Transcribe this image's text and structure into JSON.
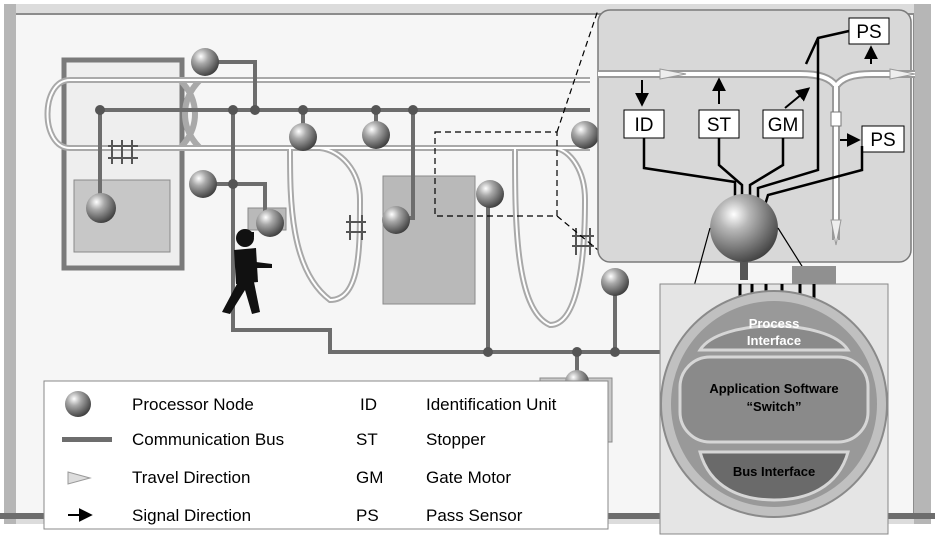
{
  "callout_boxes": {
    "id": "ID",
    "st": "ST",
    "gm": "GM",
    "ps_top": "PS",
    "ps_right": "PS"
  },
  "processor": {
    "process_interface_line1": "Process",
    "process_interface_line2": "Interface",
    "application_line1": "Application Software",
    "application_line2": "“Switch”",
    "bus_interface": "Bus Interface"
  },
  "legend": {
    "items": [
      {
        "symbol": "processor-node",
        "label": "Processor Node",
        "abbr": "ID",
        "meaning": "Identification Unit"
      },
      {
        "symbol": "communication-bus",
        "label": "Communication Bus",
        "abbr": "ST",
        "meaning": "Stopper"
      },
      {
        "symbol": "travel-direction",
        "label": "Travel Direction",
        "abbr": "GM",
        "meaning": "Gate Motor"
      },
      {
        "symbol": "signal-direction",
        "label": "Signal Direction",
        "abbr": "PS",
        "meaning": "Pass Sensor"
      }
    ]
  },
  "colors": {
    "bus": "#6d6d6d",
    "track": "#a9a9a9",
    "node_dark": "#555555",
    "panel": "#dcdcdc"
  },
  "icons": [
    "processor-node-icon",
    "operator-person-icon",
    "gate-switch-icon",
    "travel-arrow-icon",
    "signal-arrow-icon"
  ]
}
